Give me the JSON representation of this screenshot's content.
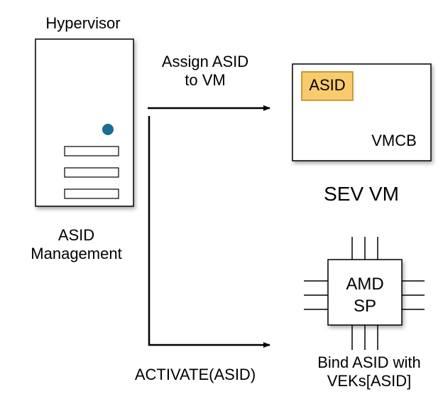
{
  "hypervisor": {
    "title": "Hypervisor",
    "caption_line1": "ASID",
    "caption_line2": "Management"
  },
  "assign_arrow": {
    "line1": "Assign ASID",
    "line2": "to VM"
  },
  "sev_vm": {
    "asid_box": "ASID",
    "vmcb_label": "VMCB",
    "caption": "SEV VM"
  },
  "activate_arrow": {
    "label": "ACTIVATE(ASID)"
  },
  "amd_sp": {
    "line1": "AMD",
    "line2": "SP",
    "caption_line1": "Bind ASID with",
    "caption_line2": "VEKs[ASID]"
  },
  "colors": {
    "asid_fill": "#f9cb6d",
    "asid_border": "#b9820f",
    "status_dot": "#1a6e95",
    "stroke": "#000000"
  }
}
